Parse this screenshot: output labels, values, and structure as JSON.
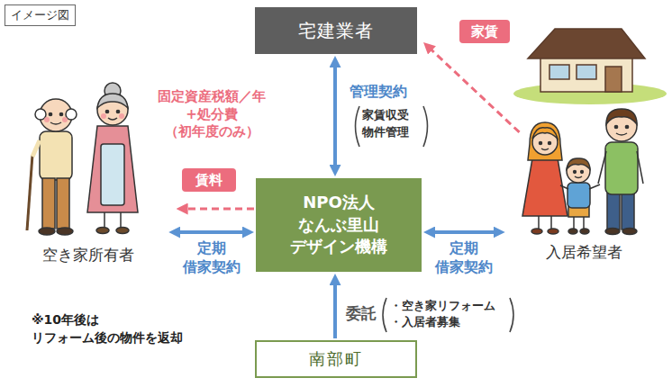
{
  "diagram": {
    "nodes": [
      {
        "text": [
          "宅建業者"
        ]
      },
      {
        "text": [
          "空き家所有者"
        ]
      },
      {
        "text": [
          "NPO法人 なんぶ里山 デザイン機構"
        ]
      },
      {
        "text": [
          "入居希望者"
        ]
      },
      {
        "text": [
          "南部町"
        ]
      }
    ],
    "edges": [
      {
        "from": 2,
        "to": 0,
        "label": "管理契約",
        "arrow": "both"
      },
      {
        "from": 2,
        "to": 1,
        "label": "賃料",
        "arrow": "to"
      },
      {
        "from": 1,
        "to": 2,
        "label": "定期 借家契約",
        "arrow": "both"
      },
      {
        "from": 2,
        "to": 3,
        "label": "定期 借家契約",
        "arrow": "both"
      },
      {
        "from": 4,
        "to": 2,
        "label": "委託",
        "arrow": "to"
      },
      {
        "from": 3,
        "to": 0,
        "label": "家賃",
        "arrow": "to"
      }
    ],
    "labels": [
      "イメージ図",
      "固定資産税額／年 +処分費 （初年度のみ）",
      "家賃収受 物件管理",
      "・空き家リフォーム ・入居者募集",
      "※10年後は リフォーム後の物件を返却"
    ]
  }
}
